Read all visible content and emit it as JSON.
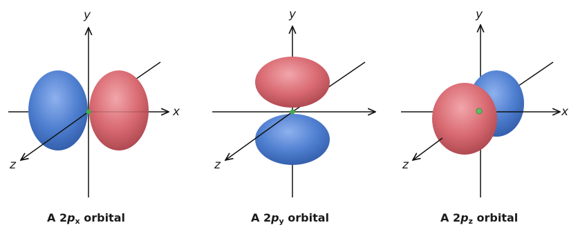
{
  "diagrams": [
    {
      "axis_labels": {
        "y": "y",
        "x": "x",
        "z": "z"
      },
      "caption": {
        "prefix": "A 2",
        "p": "p",
        "subscript": "x",
        "suffix": " orbital"
      }
    },
    {
      "axis_labels": {
        "y": "y",
        "z": "z"
      },
      "caption": {
        "prefix": "A 2",
        "p": "p",
        "subscript": "y",
        "suffix": " orbital"
      }
    },
    {
      "axis_labels": {
        "y": "y",
        "x": "x",
        "z": "z"
      },
      "caption": {
        "prefix": "A 2",
        "p": "p",
        "subscript": "z",
        "suffix": " orbital"
      }
    }
  ],
  "colors": {
    "positive_lobe": "#d96a72",
    "negative_lobe": "#4f7fd0",
    "nucleus": "#3fae4a",
    "axis": "#111111"
  }
}
